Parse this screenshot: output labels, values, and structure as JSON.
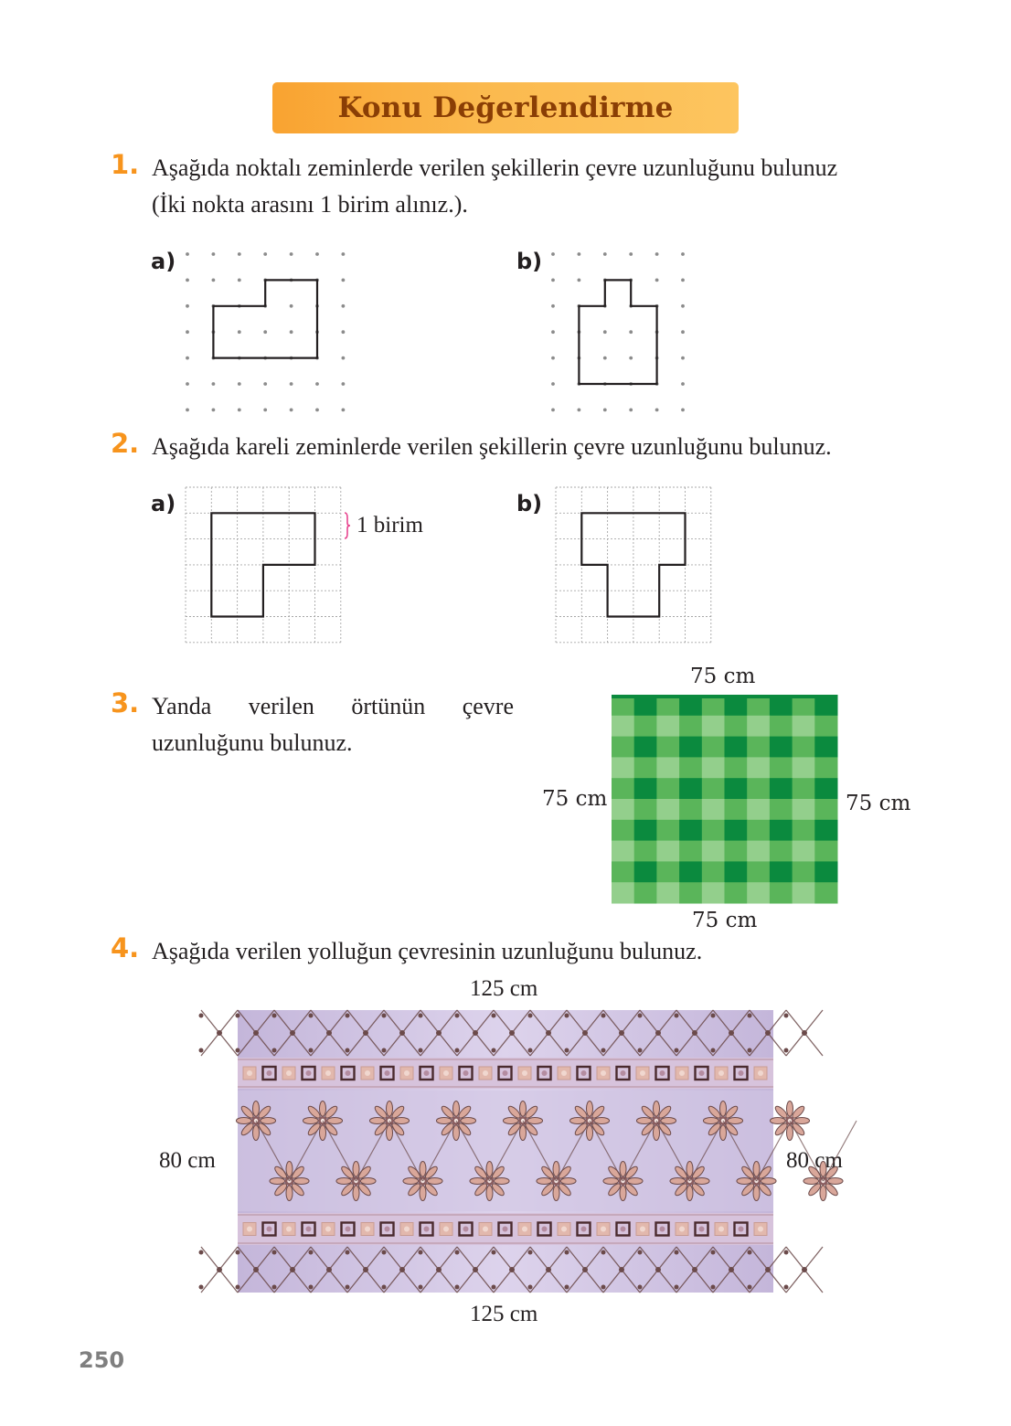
{
  "header": {
    "title": "Konu Değerlendirme"
  },
  "questions": [
    {
      "number": "1.",
      "text_line1": "Aşağıda noktalı zeminlerde verilen şekillerin çevre uzunluğunu bulunuz",
      "text_line2": "(İki nokta arasını 1 birim alınız.).",
      "figures": [
        {
          "label": "a)",
          "type": "dot-grid",
          "cols": 7,
          "rows": 7,
          "shape": [
            [
              1,
              2
            ],
            [
              3,
              2
            ],
            [
              3,
              1
            ],
            [
              5,
              1
            ],
            [
              5,
              4
            ],
            [
              1,
              4
            ]
          ]
        },
        {
          "label": "b)",
          "type": "dot-grid",
          "cols": 6,
          "rows": 7,
          "shape": [
            [
              1,
              2
            ],
            [
              2,
              2
            ],
            [
              2,
              1
            ],
            [
              3,
              1
            ],
            [
              3,
              2
            ],
            [
              4,
              2
            ],
            [
              4,
              5
            ],
            [
              1,
              5
            ]
          ]
        }
      ]
    },
    {
      "number": "2.",
      "text_line1": "Aşağıda kareli zeminlerde verilen şekillerin çevre uzunluğunu bulunuz.",
      "unit_label": "1 birim",
      "figures": [
        {
          "label": "a)",
          "type": "square-grid",
          "cols": 6,
          "rows": 6,
          "shape": [
            [
              1,
              1
            ],
            [
              5,
              1
            ],
            [
              5,
              3
            ],
            [
              3,
              3
            ],
            [
              3,
              5
            ],
            [
              1,
              5
            ]
          ]
        },
        {
          "label": "b)",
          "type": "square-grid",
          "cols": 6,
          "rows": 6,
          "shape": [
            [
              1,
              1
            ],
            [
              5,
              1
            ],
            [
              5,
              3
            ],
            [
              4,
              3
            ],
            [
              4,
              5
            ],
            [
              2,
              5
            ],
            [
              2,
              3
            ],
            [
              1,
              3
            ]
          ]
        }
      ]
    },
    {
      "number": "3.",
      "text_line1": "Yanda verilen örtünün çevre",
      "text_line2": "uzunluğunu bulunuz.",
      "figure": {
        "type": "tablecloth",
        "top": "75 cm",
        "bottom": "75 cm",
        "left": "75 cm",
        "right": "75 cm",
        "colors": {
          "dark": "#0b8a3e",
          "mid": "#5ab55a",
          "light": "#93cf8c"
        }
      }
    },
    {
      "number": "4.",
      "text_line1": "Aşağıda verilen yolluğun çevresinin uzunluğunu bulunuz.",
      "figure": {
        "type": "runner",
        "top": "125 cm",
        "bottom": "125 cm",
        "left": "80 cm",
        "right": "80 cm",
        "colors": {
          "base": "#cbbfdf",
          "ornament": "#6b4a4a",
          "petal": "#d9a79a",
          "stripe": "#d7c3dc"
        }
      }
    }
  ],
  "footer": {
    "page_number": "250"
  }
}
